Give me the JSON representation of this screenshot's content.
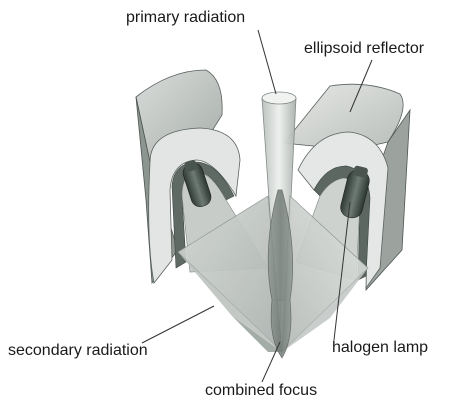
{
  "diagram": {
    "labels": {
      "primary_radiation": "primary radiation",
      "ellipsoid_reflector": "ellipsoid reflector",
      "secondary_radiation": "secondary radiation",
      "halogen_lamp": "halogen lamp",
      "combined_focus": "combined focus"
    }
  }
}
